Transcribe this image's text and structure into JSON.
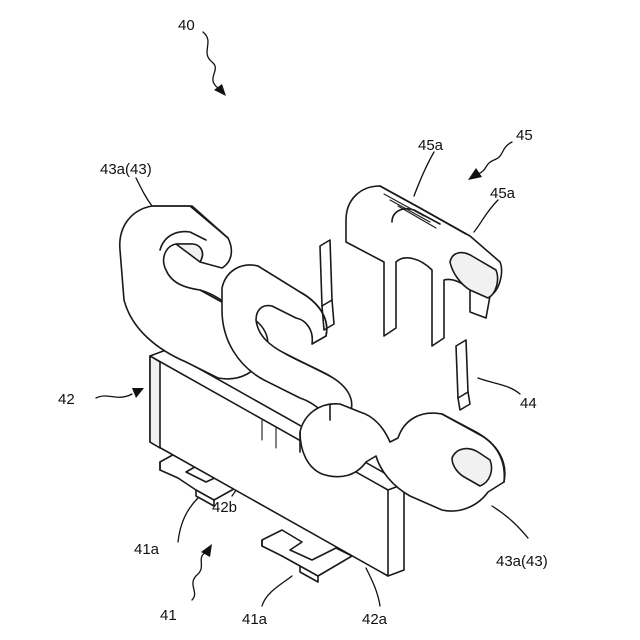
{
  "figure": {
    "labels": {
      "assembly": "40",
      "part_43a_top": "43a(43)",
      "part_45": "45",
      "part_45a_top": "45a",
      "part_45a_right": "45a",
      "part_42": "42",
      "part_44": "44",
      "part_42b": "42b",
      "part_41a_left": "41a",
      "part_43a_bottom": "43a(43)",
      "part_41": "41",
      "part_41a_bottom": "41a",
      "part_42a": "42a"
    }
  }
}
